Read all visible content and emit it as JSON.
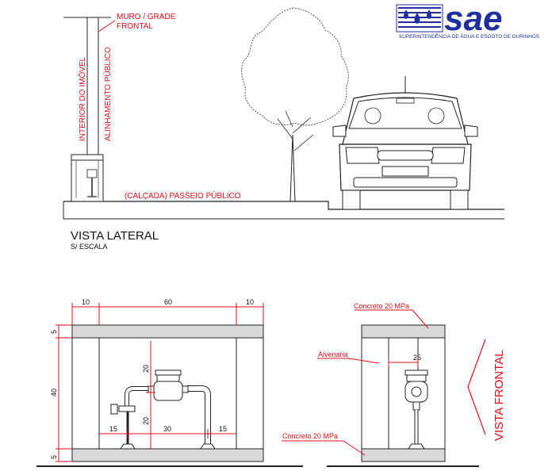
{
  "logo": {
    "text": "sae",
    "subtitle": "SUPERINTENDÊNCIA DE ÁGUA E ESGOTO DE OURINHOS",
    "colors": {
      "primary": "#1f2fa0"
    }
  },
  "side_view": {
    "wall_label_line1": "MURO / GRADE",
    "wall_label_line2": "FRONTAL",
    "property_interior": "INTERIOR DO IMÓVEL",
    "public_alignment": "ALINHAMENTO PÚBLICO",
    "sidewalk": "(CALÇADA) PASSEIO PÚBLICO",
    "title": "VISTA LATERAL",
    "scale_note": "S/ ESCALA"
  },
  "front_view": {
    "dims_top": [
      "10",
      "60",
      "10"
    ],
    "dims_left": [
      "5",
      "40",
      "5"
    ],
    "dim_pipe_height_top": "20",
    "dim_pipe_height_bottom": "20",
    "dims_bottom": [
      "15",
      "30",
      "15"
    ],
    "title": "VISTA FRONTAL"
  },
  "section_view": {
    "concrete_top": "Concreto 20 MPa",
    "masonry": "Alvenaria",
    "dim_inner": "25",
    "concrete_bottom": "Concreto 20 MPa"
  },
  "colors": {
    "annotation": "#e0101a",
    "line": "#222222",
    "slab": "#d9d9d9"
  }
}
